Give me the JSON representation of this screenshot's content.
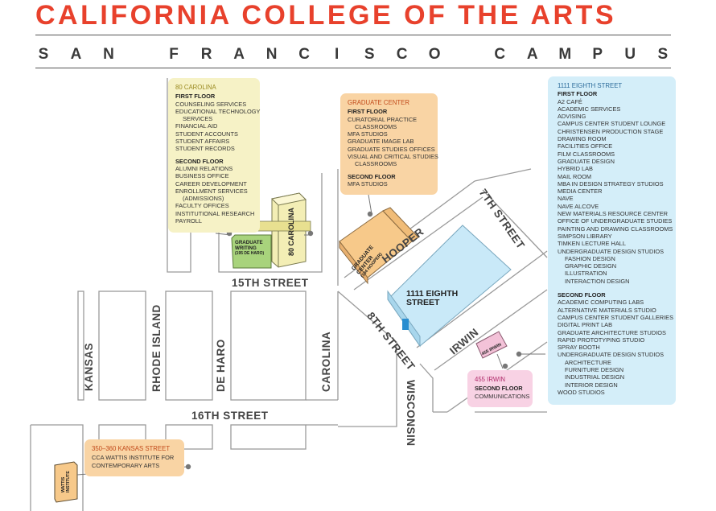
{
  "header": {
    "title": "CALIFORNIA COLLEGE OF THE ARTS",
    "subtitle_letters": [
      "S",
      "A",
      "N",
      "",
      "F",
      "R",
      "A",
      "N",
      "C",
      "I",
      "S",
      "C",
      "O",
      "",
      "C",
      "A",
      "M",
      "P",
      "U",
      "S"
    ]
  },
  "colors": {
    "title_red": "#e8412c",
    "yellow_box": "#f6f2c6",
    "orange_box": "#f9d4a4",
    "blue_box": "#d4eef9",
    "pink_box": "#f8d2e4",
    "building_blue": "#c9e9f8",
    "building_orange": "#f7c98a",
    "building_yellow": "#f3eeb5",
    "building_green": "#a8d37c",
    "street_line": "#9a9a9a"
  },
  "streets": {
    "fifteenth": "15TH STREET",
    "sixteenth": "16TH STREET",
    "kansas": "KANSAS",
    "rhode_island": "RHODE ISLAND",
    "de_haro": "DE HARO",
    "carolina": "CAROLINA",
    "wisconsin": "WISCONSIN",
    "hooper": "HOOPER",
    "seventh": "7TH STREET",
    "eighth": "8TH STREET",
    "irwin": "IRWIN"
  },
  "buildings": {
    "eighty_carolina": "80 CAROLINA",
    "graduate_writing_1": "GRADUATE",
    "graduate_writing_2": "WRITING",
    "graduate_writing_3": "(195 DE HARO)",
    "graduate_center_1": "GRADUATE",
    "graduate_center_2": "CENTER",
    "graduate_center_3": "(184 HOOPER)",
    "eighth_1": "1111 EIGHTH",
    "eighth_2": "STREET",
    "irwin_bldg": "455 IRWIN",
    "wattis_1": "WATTIS",
    "wattis_2": "INSTITUTE"
  },
  "boxes": {
    "carolina": {
      "title": "80 CAROLINA",
      "floor1": "FIRST FLOOR",
      "floor1_items": [
        "COUNSELING SERVICES",
        "EDUCATIONAL TECHNOLOGY",
        "SERVICES",
        "FINANCIAL AID",
        "STUDENT ACCOUNTS",
        "STUDENT AFFAIRS",
        "STUDENT RECORDS"
      ],
      "floor2": "SECOND FLOOR",
      "floor2_items": [
        "ALUMNI RELATIONS",
        "BUSINESS OFFICE",
        "CAREER DEVELOPMENT",
        "ENROLLMENT SERVICES",
        "(ADMISSIONS)",
        "FACULTY OFFICES",
        "INSTITUTIONAL RESEARCH",
        "PAYROLL"
      ]
    },
    "graduate": {
      "title": "GRADUATE CENTER",
      "floor1": "FIRST FLOOR",
      "floor1_items": [
        "CURATORIAL PRACTICE",
        "CLASSROOMS",
        "MFA STUDIOS",
        "GRADUATE IMAGE LAB",
        "GRADUATE STUDIES OFFICES",
        "VISUAL AND CRITICAL STUDIES",
        "CLASSROOMS"
      ],
      "floor2": "SECOND FLOOR",
      "floor2_items": [
        "MFA STUDIOS"
      ]
    },
    "eighth": {
      "title": "1111 EIGHTH STREET",
      "floor1": "FIRST FLOOR",
      "floor1_items": [
        "A2 CAFÉ",
        "ACADEMIC SERVICES",
        "ADVISING",
        "CAMPUS CENTER STUDENT LOUNGE",
        "CHRISTENSEN PRODUCTION STAGE",
        "DRAWING ROOM",
        "FACILITIES OFFICE",
        "FILM CLASSROOMS",
        "GRADUATE DESIGN",
        "HYBRID LAB",
        "MAIL ROOM",
        "MBA IN DESIGN STRATEGY STUDIOS",
        "MEDIA CENTER",
        "NAVE",
        "NAVE ALCOVE",
        "NEW MATERIALS RESOURCE CENTER",
        "OFFICE OF UNDERGRADUATE STUDIES",
        "PAINTING AND DRAWING CLASSROOMS",
        "SIMPSON LIBRARY",
        "TIMKEN LECTURE HALL",
        "UNDERGRADUATE DESIGN STUDIOS",
        "FASHION DESIGN",
        "GRAPHIC DESIGN",
        "ILLUSTRATION",
        "INTERACTION DESIGN"
      ],
      "floor2": "SECOND FLOOR",
      "floor2_items": [
        "ACADEMIC COMPUTING LABS",
        "ALTERNATIVE MATERIALS STUDIO",
        "CAMPUS CENTER STUDENT GALLERIES",
        "DIGITAL PRINT LAB",
        "GRADUATE ARCHITECTURE STUDIOS",
        "RAPID PROTOTYPING STUDIO",
        "SPRAY BOOTH",
        "UNDERGRADUATE DESIGN STUDIOS",
        "ARCHITECTURE",
        "FURNITURE DESIGN",
        "INDUSTRIAL DESIGN",
        "INTERIOR DESIGN",
        "WOOD STUDIOS"
      ]
    },
    "irwin": {
      "title": "455 IRWIN",
      "floor2": "SECOND FLOOR",
      "floor2_items": [
        "COMMUNICATIONS"
      ]
    },
    "kansas": {
      "title": "350–360 KANSAS STREET",
      "items": [
        "CCA WATTIS INSTITUTE FOR",
        "CONTEMPORARY ARTS"
      ]
    }
  }
}
